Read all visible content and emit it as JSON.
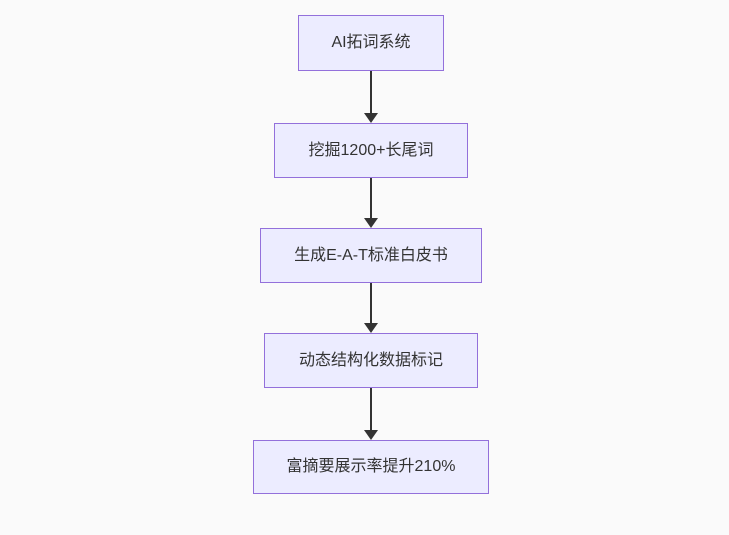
{
  "diagram": {
    "type": "flowchart",
    "direction": "top-down",
    "nodes": [
      {
        "label": "AI拓词系统"
      },
      {
        "label": "挖掘1200+长尾词"
      },
      {
        "label": "生成E-A-T标准白皮书"
      },
      {
        "label": "动态结构化数据标记"
      },
      {
        "label": "富摘要展示率提升210%"
      }
    ],
    "edges": [
      {
        "from": 0,
        "to": 1
      },
      {
        "from": 1,
        "to": 2
      },
      {
        "from": 2,
        "to": 3
      },
      {
        "from": 3,
        "to": 4
      }
    ],
    "colors": {
      "background": "#fafafa",
      "node_fill": "#ECECFF",
      "node_border": "#9370DB",
      "node_text": "#333333",
      "arrow": "#333333"
    }
  }
}
